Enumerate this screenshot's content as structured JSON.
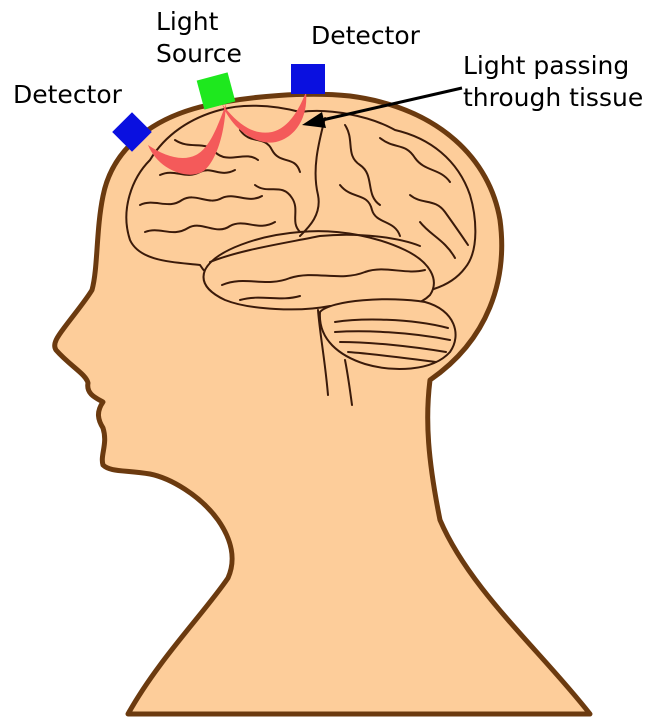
{
  "labels": {
    "detector_left": "Detector",
    "light_source_line1": "Light",
    "light_source_line2": "Source",
    "detector_right": "Detector",
    "light_path_line1": "Light passing",
    "light_path_line2": "through tissue"
  },
  "colors": {
    "skin": "#fdcd9a",
    "head_outline": "#6b3a0f",
    "brain_outline": "#3a1a0a",
    "detector": "#0a10e0",
    "light_source": "#1ee81e",
    "light_path": "#f45a5a",
    "text": "#000000"
  }
}
